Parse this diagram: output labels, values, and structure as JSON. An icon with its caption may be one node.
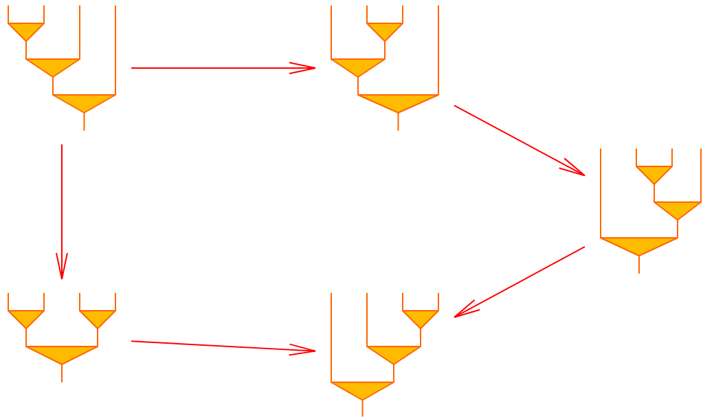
{
  "diagram": {
    "nodes": [
      {
        "text": [],
        "shape": "tree"
      },
      {
        "text": [],
        "shape": "tree"
      },
      {
        "text": [],
        "shape": "tree"
      },
      {
        "text": [],
        "shape": "tree"
      },
      {
        "text": [],
        "shape": "tree"
      }
    ],
    "edges": [
      {
        "from": 0,
        "to": 1,
        "arrow": "to"
      },
      {
        "from": 1,
        "to": 2,
        "arrow": "to"
      },
      {
        "from": 2,
        "to": 4,
        "arrow": "to"
      },
      {
        "from": 0,
        "to": 3,
        "arrow": "to"
      },
      {
        "from": 3,
        "to": 4,
        "arrow": "to"
      }
    ]
  }
}
